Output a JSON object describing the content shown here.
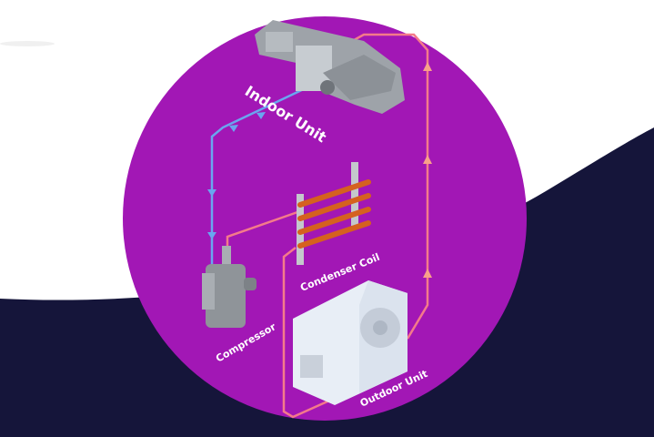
{
  "labels": {
    "indoor_unit": "Indoor Unit",
    "condenser_coil": "Condenser Coil",
    "compressor": "Compressor",
    "outdoor_unit": "Outdoor Unit"
  },
  "colors": {
    "background_light": "#ffffff",
    "background_dark": "#15153a",
    "circle": "#a217b5",
    "cold_line": "#6aa6ef",
    "hot_line": "#f47a8a",
    "coil": "#d5611f"
  }
}
